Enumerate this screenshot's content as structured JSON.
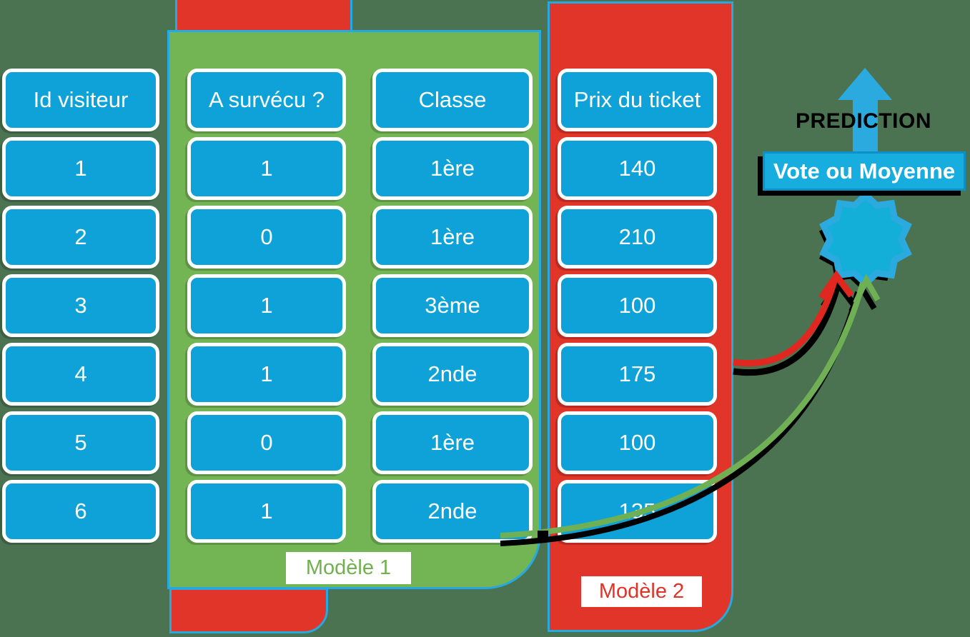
{
  "table": {
    "columns": [
      {
        "header": "Id visiteur",
        "values": [
          "1",
          "2",
          "3",
          "4",
          "5",
          "6"
        ]
      },
      {
        "header": "A survécu ?",
        "values": [
          "1",
          "0",
          "1",
          "1",
          "0",
          "1"
        ]
      },
      {
        "header": "Classe",
        "values": [
          "1ère",
          "1ère",
          "3ème",
          "2nde",
          "1ère",
          "2nde"
        ]
      },
      {
        "header": "Prix du ticket",
        "values": [
          "140",
          "210",
          "100",
          "175",
          "100",
          "135"
        ]
      }
    ]
  },
  "models": {
    "model1_label": "Modèle 1",
    "model2_label": "Modèle 2"
  },
  "prediction": {
    "title": "PREDICTION",
    "method_label": "Vote ou Moyenne"
  },
  "colors": {
    "background": "#4B7351",
    "cell_blue": "#0FA2D8",
    "panel_green": "#73B554",
    "panel_red": "#E23529",
    "border_cyan": "#25A9E0",
    "label_green": "#70B04F",
    "label_red": "#E03227",
    "arrow_blue": "#2BAADF",
    "box_blue": "#18ADDF",
    "star_blue": "#14AFD9",
    "arrow_red": "#E02820",
    "arrow_green": "#6FB054"
  }
}
